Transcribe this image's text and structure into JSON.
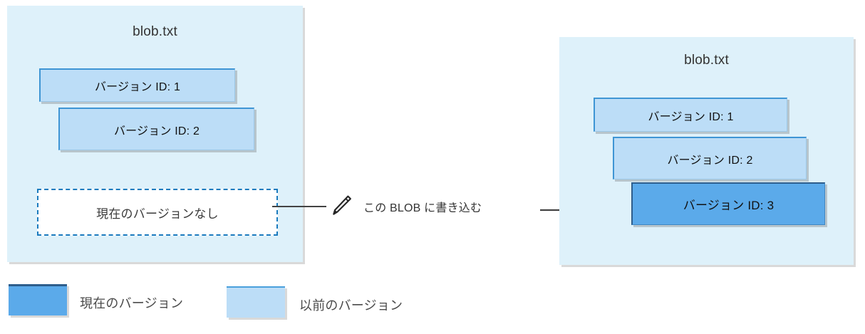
{
  "diagram": {
    "kind": "blob-versioning-write-flow",
    "colors": {
      "panel_background": "#DEF1FA",
      "previous_version_fill": "#BCDDF7",
      "previous_version_border": "#3E95D4",
      "current_version_fill": "#5BAAEA",
      "current_version_border": "#2E5E8C",
      "dashed_border": "#1B7BBE",
      "connector": "#434343",
      "title_text": "#333333",
      "legend_text": "#4A4A4A"
    },
    "before": {
      "title": "blob.txt",
      "versions": [
        {
          "label": "バージョン ID: 1",
          "state": "previous"
        },
        {
          "label": "バージョン ID: 2",
          "state": "previous"
        }
      ],
      "placeholder": "現在のバージョンなし"
    },
    "action": {
      "icon": "pencil-icon",
      "label": "この BLOB に書き込む"
    },
    "after": {
      "title": "blob.txt",
      "versions": [
        {
          "label": "バージョン ID: 1",
          "state": "previous"
        },
        {
          "label": "バージョン ID: 2",
          "state": "previous"
        },
        {
          "label": "バージョン ID: 3",
          "state": "current"
        }
      ]
    },
    "legend": {
      "items": [
        {
          "label": "現在のバージョン",
          "swatch": "#5BAAEA"
        },
        {
          "label": "以前のバージョン",
          "swatch": "#BCDDF7"
        }
      ]
    }
  }
}
